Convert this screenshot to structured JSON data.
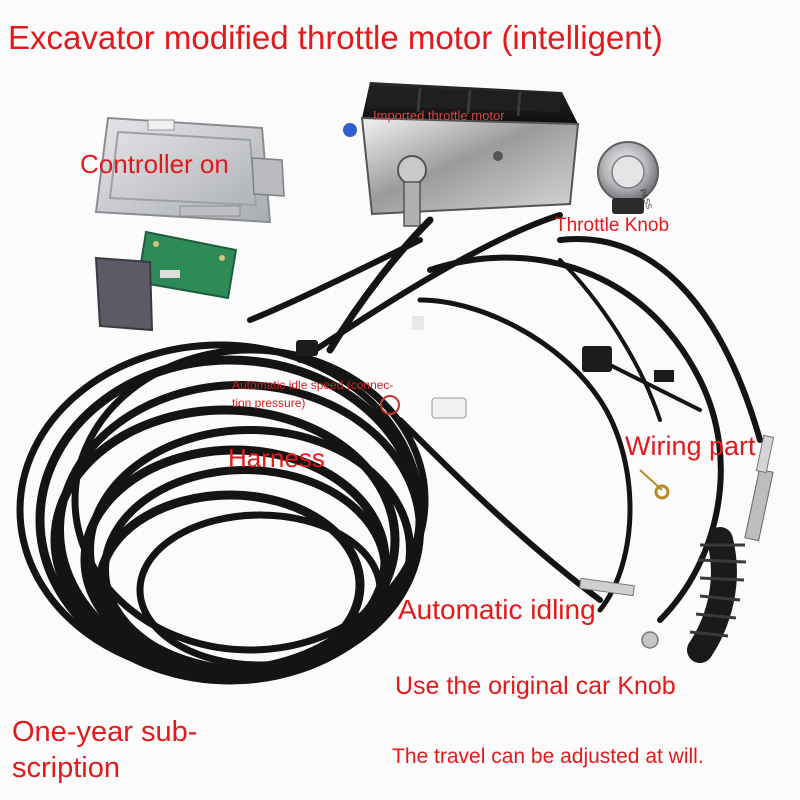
{
  "labels": {
    "title": "Excavator modified throttle motor (intelligent)",
    "motor": "Imported throttle motor",
    "controller": "Controller on",
    "throttle_knob": "Throttle Knob",
    "idle_speed_line1": "Automatic idle speed (connec-",
    "idle_speed_line2": "tion pressure)",
    "harness": "Harness",
    "wiring_part": "Wiring part",
    "automatic_idling": "Automatic idling",
    "original_knob": "Use the original car Knob",
    "subscription_line1": "One-year sub-",
    "subscription_line2": "scription",
    "travel": "The travel can be adjusted at will."
  },
  "product": {
    "knob_marking": "PASS"
  },
  "colors": {
    "label_red": "#e3191b",
    "cable_black": "#141414",
    "controller_silver": "#cfd1d4",
    "motor_black": "#1b1b1b",
    "board_green": "#2e8b57"
  }
}
